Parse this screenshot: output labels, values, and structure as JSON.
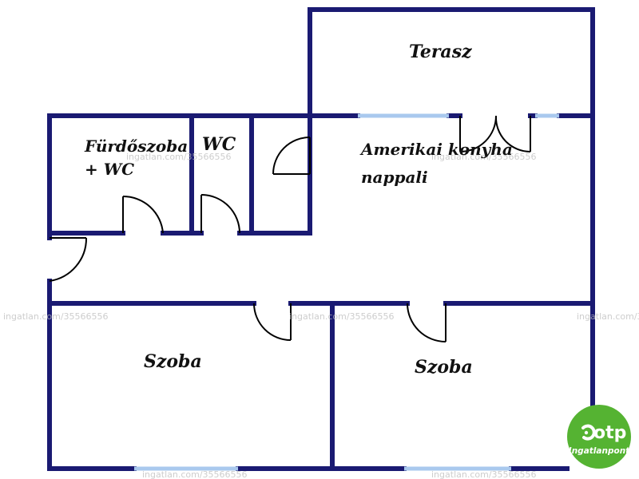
{
  "plan": {
    "rooms": {
      "terrace": "Terasz",
      "bathroom_line1": "Fürdőszoba",
      "bathroom_line2": "+ WC",
      "wc": "WC",
      "kitchen_line1": "Amerikai konyha",
      "kitchen_line2": "nappali",
      "room_left": "Szoba",
      "room_right": "Szoba"
    },
    "watermark": "ingatlan.com/35566556"
  },
  "logo": {
    "brand": "otp",
    "sub": "Ingatlanpont"
  },
  "colors": {
    "wall": "#1a1a72",
    "window": "#a9c9ee",
    "door": "#000000",
    "logo_bg": "#55b332",
    "logo_text": "#ffffff"
  }
}
